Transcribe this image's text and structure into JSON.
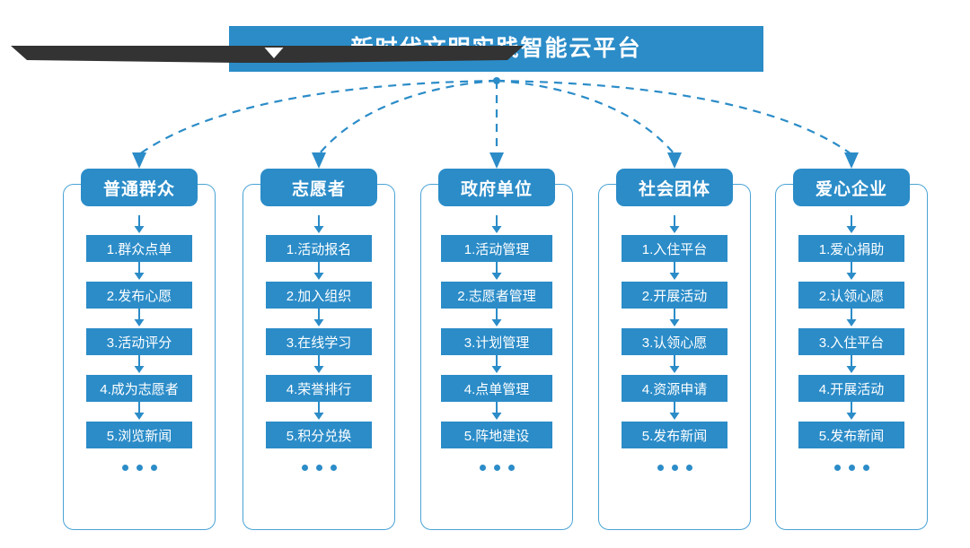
{
  "banner": {
    "title": "新时代文明实践智能云平台",
    "arrow_icon": "chevron-down-icon",
    "bar_color": "#2b8cc8",
    "shadow_color": "#333333"
  },
  "theme": {
    "accent": "#2b8cc8",
    "outline": "#4aa3d6",
    "background": "#ffffff",
    "text_on_accent": "#ffffff"
  },
  "connectors": {
    "style": "dashed-curve",
    "color": "#2b8cc8",
    "arrow_icon": "arrow-down-icon",
    "count": 5
  },
  "columns": [
    {
      "id": "ordinary-public",
      "header": "普通群众",
      "items": [
        "1.群众点单",
        "2.发布心愿",
        "3.活动评分",
        "4.成为志愿者",
        "5.浏览新闻"
      ],
      "more": "..."
    },
    {
      "id": "volunteer",
      "header": "志愿者",
      "items": [
        "1.活动报名",
        "2.加入组织",
        "3.在线学习",
        "4.荣誉排行",
        "5.积分兑换"
      ],
      "more": "..."
    },
    {
      "id": "government-unit",
      "header": "政府单位",
      "items": [
        "1.活动管理",
        "2.志愿者管理",
        "3.计划管理",
        "4.点单管理",
        "5.阵地建设"
      ],
      "more": "..."
    },
    {
      "id": "social-group",
      "header": "社会团体",
      "items": [
        "1.入住平台",
        "2.开展活动",
        "3.认领心愿",
        "4.资源申请",
        "5.发布新闻"
      ],
      "more": "..."
    },
    {
      "id": "caring-enterprise",
      "header": "爱心企业",
      "items": [
        "1.爱心捐助",
        "2.认领心愿",
        "3.入住平台",
        "4.开展活动",
        "5.发布新闻"
      ],
      "more": "..."
    }
  ]
}
